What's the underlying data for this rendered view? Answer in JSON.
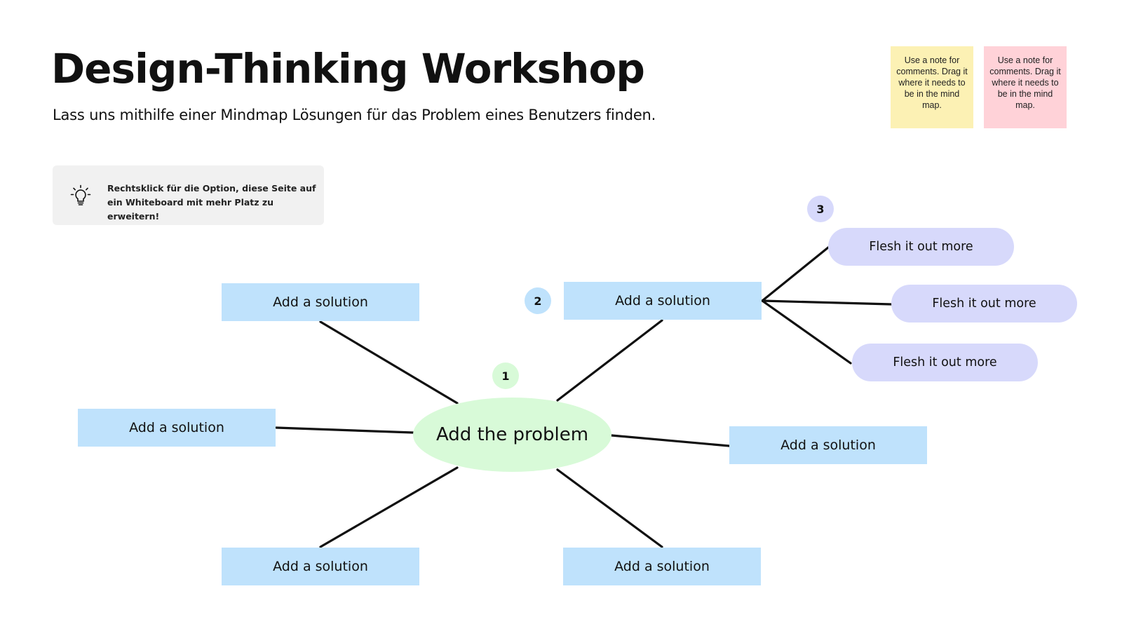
{
  "header": {
    "title": "Design-Thinking Workshop",
    "subtitle": "Lass uns mithilfe einer Mindmap Lösungen für das Problem eines Benutzers finden."
  },
  "sticky_notes": [
    {
      "text": "Use a note for comments. Drag it where it needs to be in the mind map.",
      "color": "#fcf1b4"
    },
    {
      "text": "Use a note for comments. Drag it where it needs to be in the mind map.",
      "color": "#ffd2d8"
    }
  ],
  "tip": {
    "icon": "lightbulb-icon",
    "text": "Rechtsklick für die Option, diese Seite auf ein Whiteboard mit mehr Platz zu erweitern!"
  },
  "mindmap": {
    "center": {
      "label": "Add the problem",
      "color": "#d8fad8"
    },
    "solutions": [
      {
        "label": "Add a solution"
      },
      {
        "label": "Add a solution"
      },
      {
        "label": "Add a solution"
      },
      {
        "label": "Add a solution"
      },
      {
        "label": "Add a solution"
      },
      {
        "label": "Add a solution"
      }
    ],
    "details": [
      {
        "label": "Flesh it out more"
      },
      {
        "label": "Flesh it out more"
      },
      {
        "label": "Flesh it out more"
      }
    ],
    "steps": [
      "1",
      "2",
      "3"
    ],
    "colors": {
      "solution": "#bfe2fc",
      "detail": "#d7d9fb",
      "step1": "#d8fad8",
      "step2": "#bfe2fc",
      "step3": "#d7d9fb"
    }
  }
}
